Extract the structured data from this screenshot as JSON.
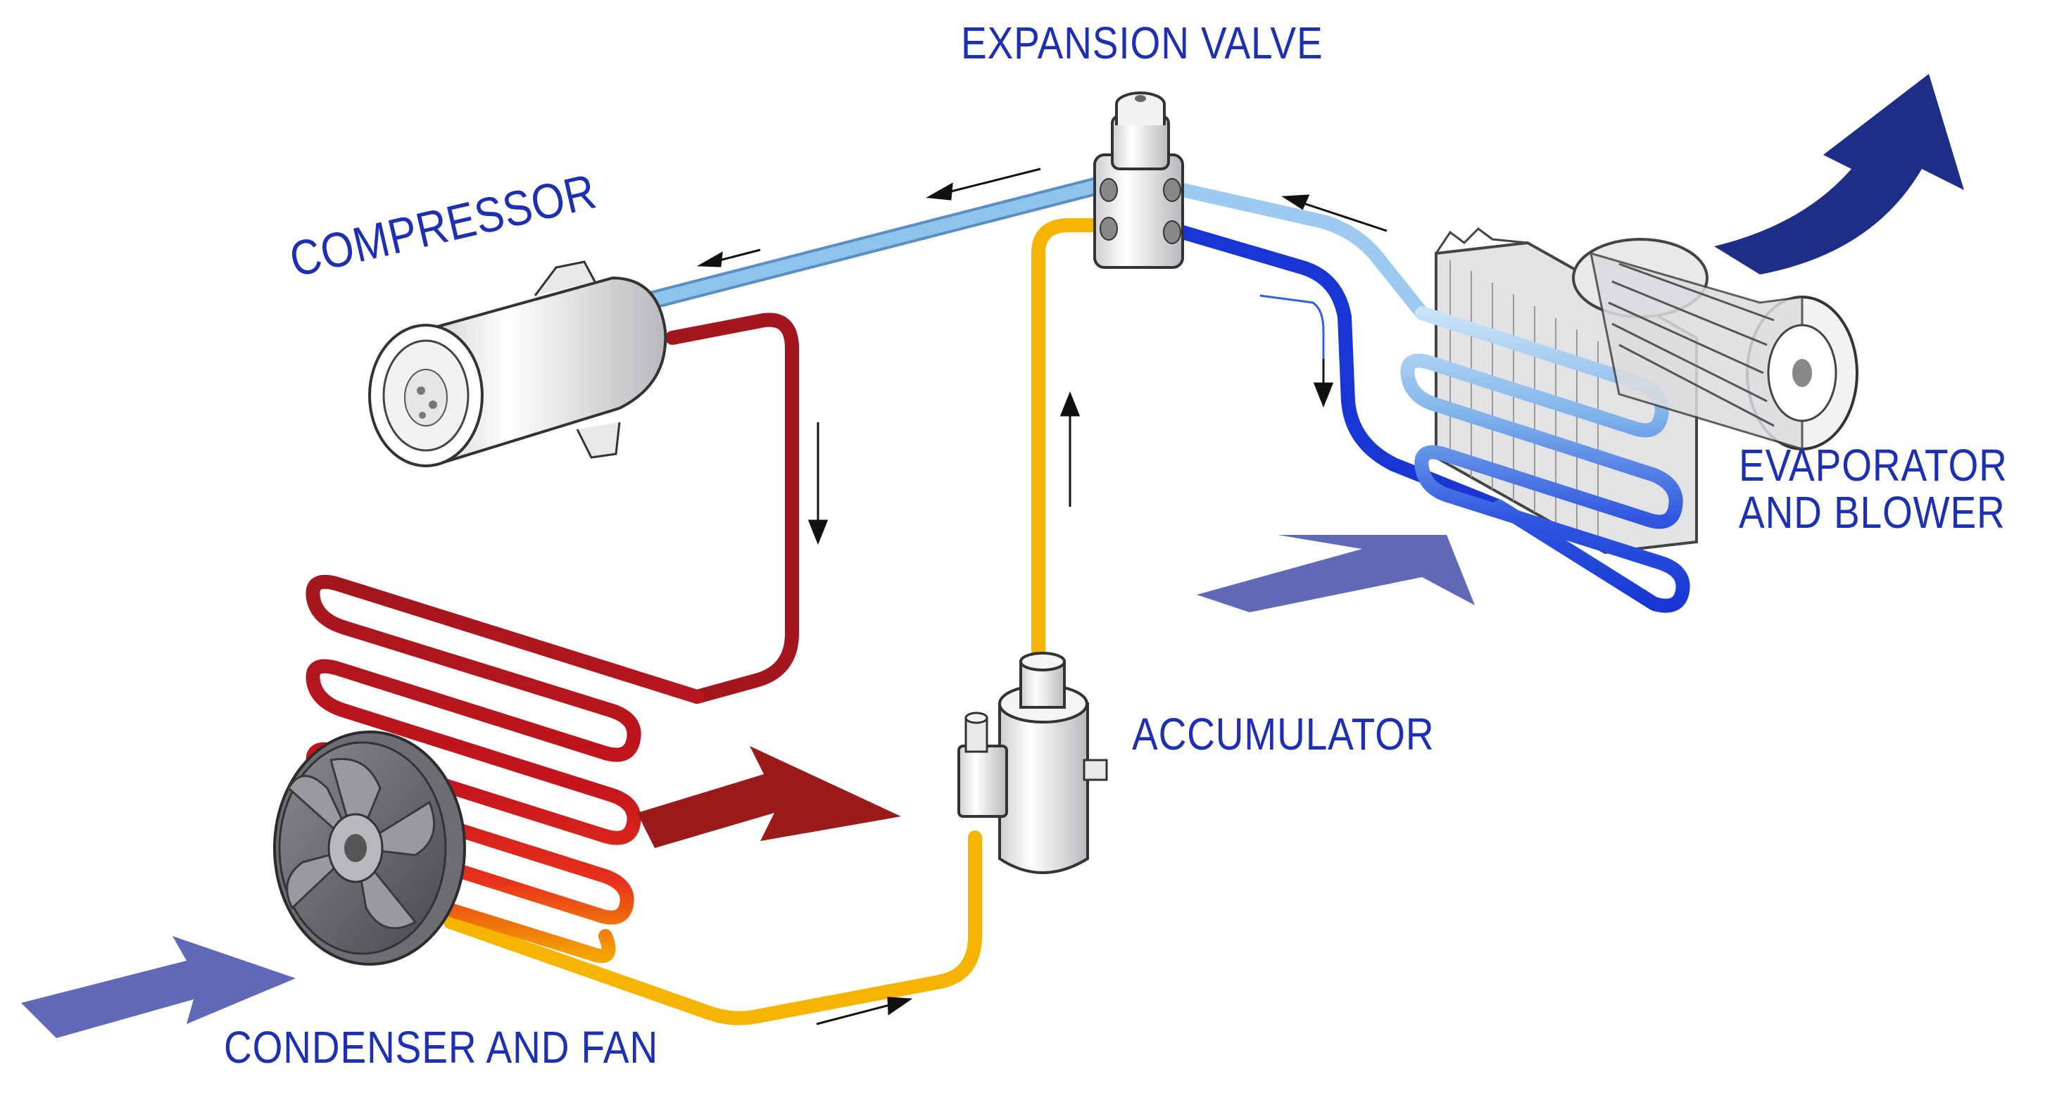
{
  "labels": {
    "compressor": "COMPRESSOR",
    "expansion_valve": "EXPANSION VALVE",
    "evaporator_line1": "EVAPORATOR",
    "evaporator_line2": "AND BLOWER",
    "accumulator": "ACCUMULATOR",
    "condenser": "CONDENSER AND FAN"
  },
  "colors": {
    "label_text": "#1d2fb3",
    "hot_gas_line": "#a3161d",
    "hot_liquid_line": "#f4b400",
    "cold_vapor_line": "#8ec3ec",
    "cold_liquid_line": "#1736d4",
    "hot_air_arrow": "#9b1b1b",
    "incoming_air_arrow": "#6068b8",
    "cold_air_arrow": "#1e2e86"
  }
}
